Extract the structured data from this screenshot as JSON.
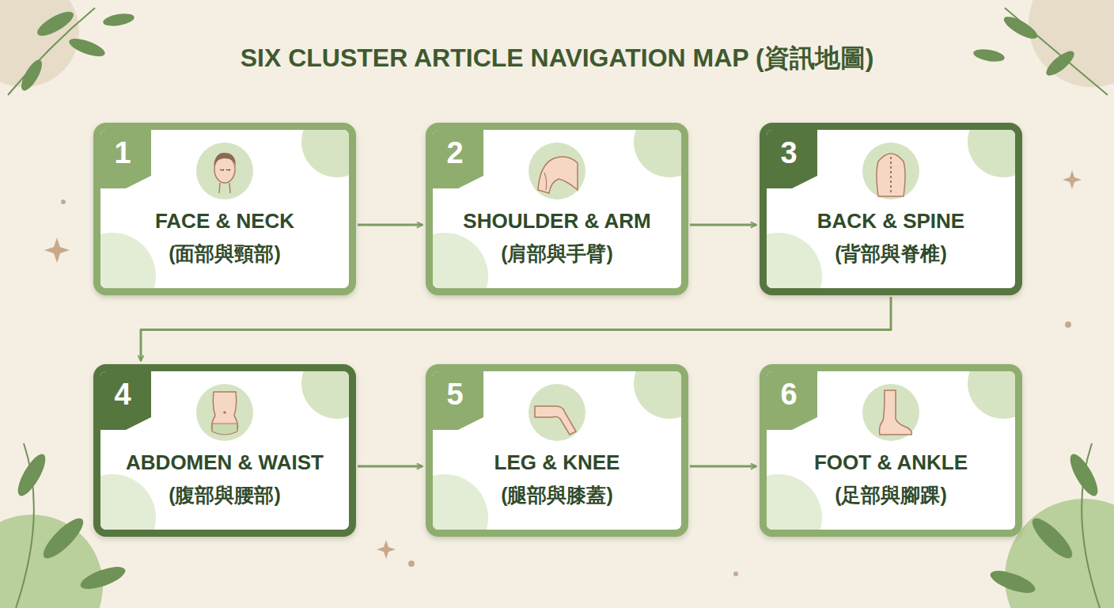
{
  "diagram": {
    "title": "SIX CLUSTER ARTICLE NAVIGATION MAP (資訊地圖)",
    "nodes": [
      {
        "text": [
          "1",
          "FACE & NECK",
          "(面部與頸部)"
        ]
      },
      {
        "text": [
          "2",
          "SHOULDER & ARM",
          "(肩部與手臂)"
        ]
      },
      {
        "text": [
          "3",
          "BACK & SPINE",
          "(背部與脊椎)"
        ]
      },
      {
        "text": [
          "4",
          "ABDOMEN & WAIST",
          "(腹部與腰部)"
        ]
      },
      {
        "text": [
          "5",
          "LEG & KNEE",
          "(腿部與膝蓋)"
        ]
      },
      {
        "text": [
          "6",
          "FOOT & ANKLE",
          "(足部與腳踝)"
        ]
      }
    ],
    "edges": [
      {
        "from": 0,
        "to": 1,
        "arrow": "to"
      },
      {
        "from": 1,
        "to": 2,
        "arrow": "to"
      },
      {
        "from": 2,
        "to": 3,
        "arrow": "to"
      },
      {
        "from": 3,
        "to": 4,
        "arrow": "to"
      },
      {
        "from": 4,
        "to": 5,
        "arrow": "to"
      }
    ]
  }
}
